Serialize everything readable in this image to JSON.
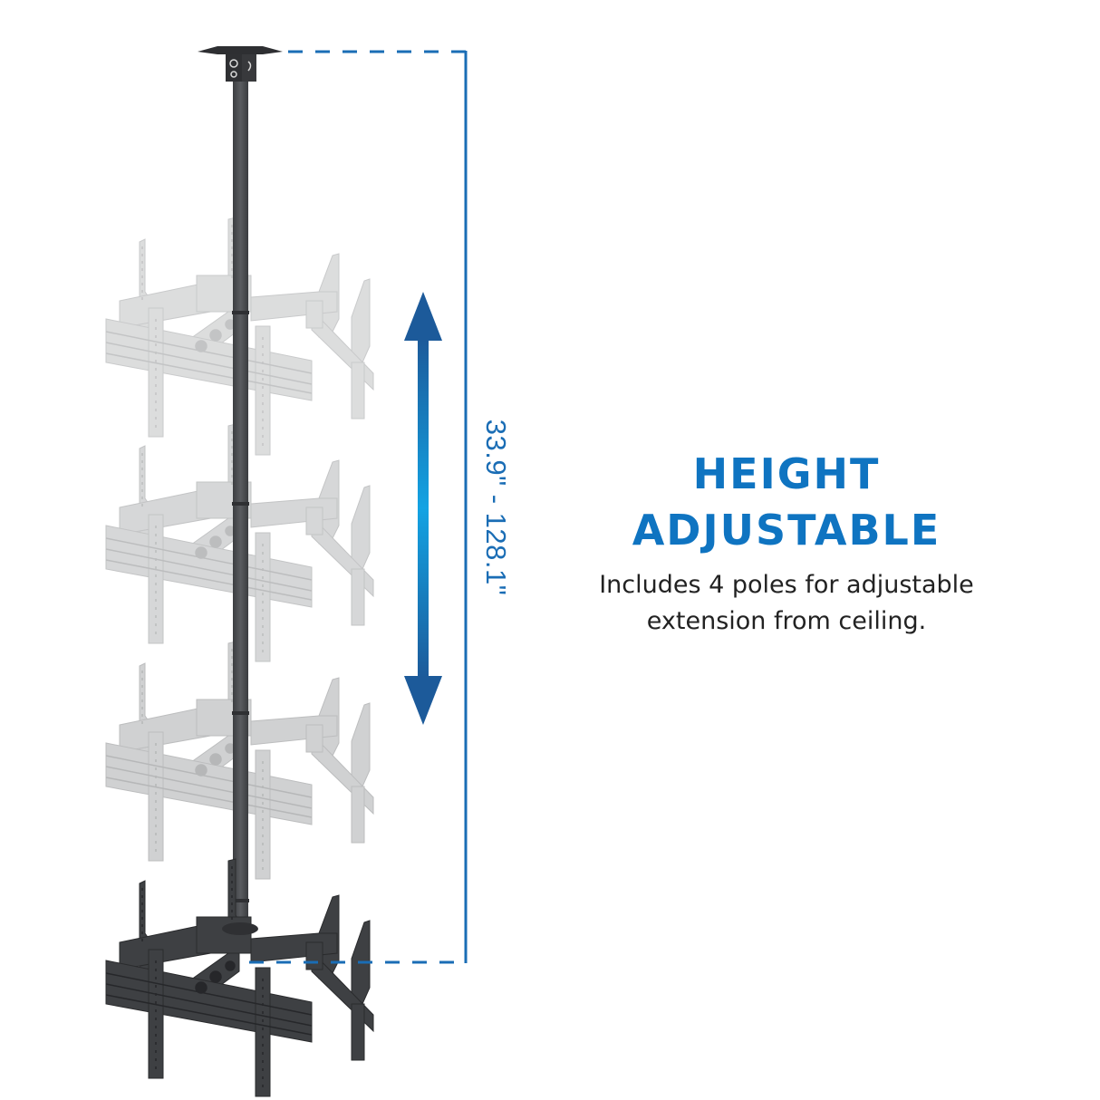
{
  "product": {
    "headline_line1": "HEIGHT",
    "headline_line2": "ADJUSTABLE",
    "description_line1": "Includes 4 poles for adjustable",
    "description_line2": "extension from ceiling.",
    "dimension_label": "33.9\" - 128.1\""
  },
  "illustration": {
    "subject": "ceiling-mounted quad TV mount with extension pole",
    "ghost_positions": 3,
    "solid_position": 1,
    "icons": [
      "ceiling-plate-icon",
      "extension-pole-icon",
      "tv-mount-bracket-icon",
      "double-arrow-icon",
      "dimension-bracket-icon"
    ]
  },
  "colors": {
    "accent_blue": "#0f74c1",
    "dimension_blue": "#1a6db5",
    "arrow_dark": "#1c5a9a",
    "arrow_light": "#13a3e3",
    "mount_dark": "#3d3f42",
    "pole": "#505255",
    "ghost_gray": "#d4d5d6",
    "text_dark": "#222222",
    "background": "#ffffff"
  }
}
